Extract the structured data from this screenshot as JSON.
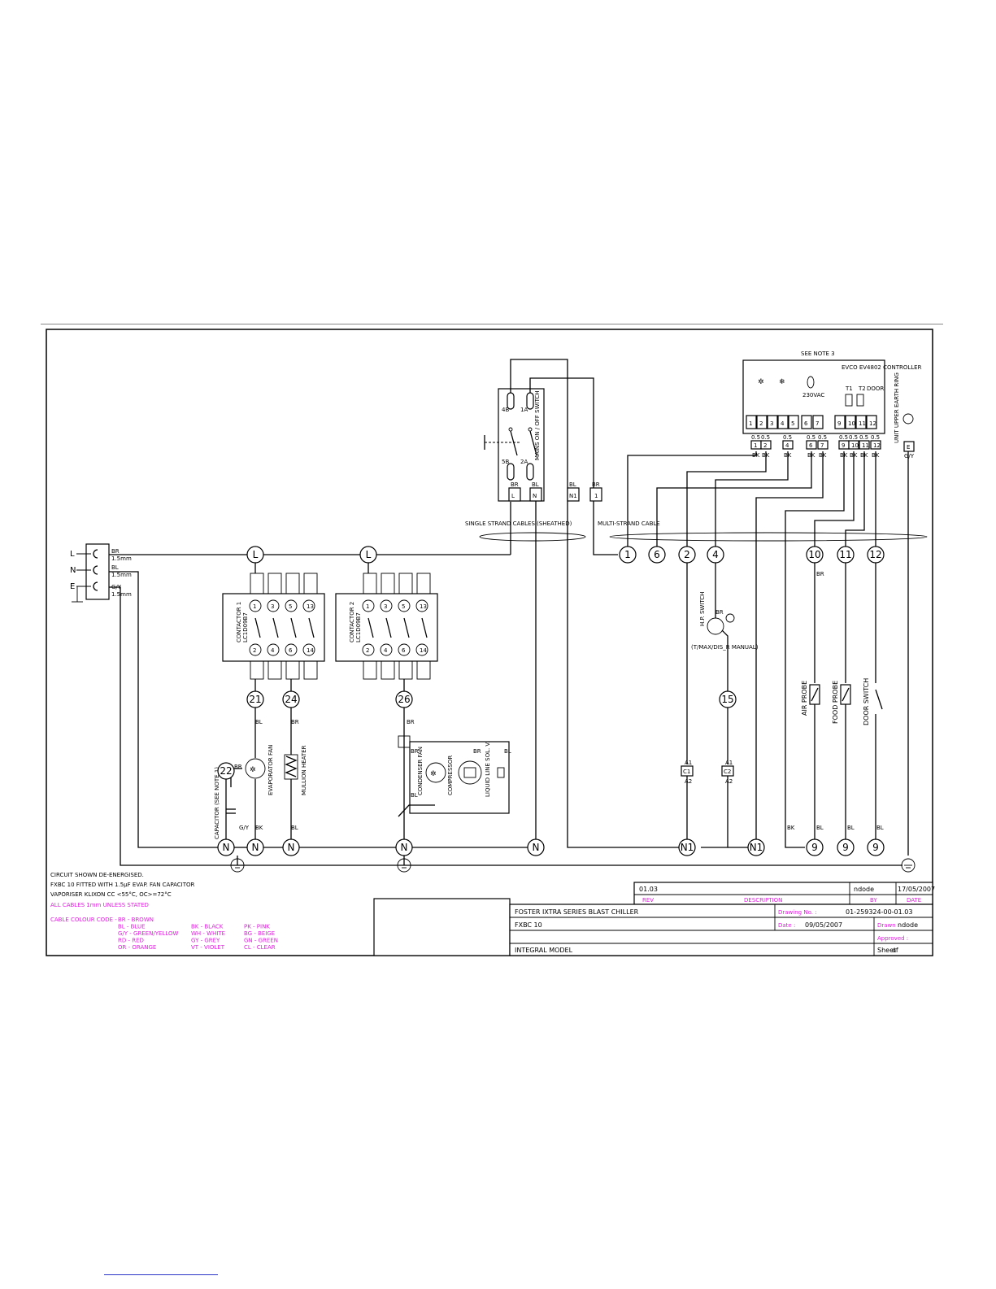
{
  "supply_terminals": [
    "L",
    "N",
    "E"
  ],
  "cable_sizes": [
    {
      "colour": "BR",
      "size": "1.5mm"
    },
    {
      "colour": "BL",
      "size": "1.5mm"
    },
    {
      "colour": "G/Y",
      "size": "1.5mm"
    }
  ],
  "mains_switch": {
    "label": "MAINS ON / OFF SWITCH",
    "contacts": [
      "4B",
      "1A",
      "5B",
      "2A"
    ],
    "terminals": [
      {
        "colour": "BR",
        "id": "L"
      },
      {
        "colour": "BL",
        "id": "N"
      },
      {
        "colour": "BL",
        "id": "N1"
      },
      {
        "colour": "BR",
        "id": "1"
      }
    ]
  },
  "cables": {
    "single": "SINGLE STRAND CABLES (SHEATHED)",
    "multi": "MULTI-STRAND CABLE"
  },
  "controller": {
    "note": "SEE NOTE 3",
    "name": "EVCO EV4802 CONTROLLER",
    "probe_labels": [
      "T1",
      "T2",
      "DOOR"
    ],
    "voltage": "230VAC",
    "terminals": [
      "1",
      "2",
      "3",
      "4",
      "5",
      "6",
      "7",
      "9",
      "10",
      "11",
      "12"
    ],
    "connections": [
      {
        "size": "0.5",
        "term": "1",
        "colour": "BK"
      },
      {
        "size": "0.5",
        "term": "2",
        "colour": "BK"
      },
      {
        "size": "0.5",
        "term": "4",
        "colour": "BK"
      },
      {
        "size": "0.5",
        "term": "6",
        "colour": "BK"
      },
      {
        "size": "0.5",
        "term": "7",
        "colour": "BK"
      },
      {
        "size": "0.5",
        "term": "9",
        "colour": "BK"
      },
      {
        "size": "0.5",
        "term": "10",
        "colour": "BK"
      },
      {
        "size": "0.5",
        "term": "11",
        "colour": "BK"
      },
      {
        "size": "0.5",
        "term": "12",
        "colour": "BK"
      }
    ]
  },
  "earth_ring": {
    "label": "UNIT UPPER EARTH RING",
    "term": "E",
    "colour": "G/Y"
  },
  "terminal_nodes": [
    "L",
    "L",
    "1",
    "6",
    "2",
    "4",
    "10",
    "11",
    "12",
    "21",
    "24",
    "26",
    "22",
    "15"
  ],
  "neutral_nodes": [
    "N",
    "N",
    "N",
    "N",
    "N",
    "N1",
    "N1",
    "9",
    "9",
    "9"
  ],
  "contactors": [
    {
      "name": "CONTACTOR 1",
      "type": "LC1D09B7",
      "top": [
        "1",
        "3",
        "5",
        "13"
      ],
      "bottom": [
        "2",
        "4",
        "6",
        "14"
      ]
    },
    {
      "name": "CONTACTOR 2",
      "type": "LC1D09B7",
      "top": [
        "1",
        "3",
        "5",
        "13"
      ],
      "bottom": [
        "2",
        "4",
        "6",
        "14"
      ]
    }
  ],
  "components": {
    "evap_fan": "EVAPORATOR FAN",
    "capacitor": "CAPACITOR (SEE NOTE 1)",
    "mullion_heater": "MULLION HEATER",
    "condenser_fan": "CONDENSER FAN",
    "compressor": "COMPRESSOR",
    "liquid_sol": "LIQUID LINE SOL. V.",
    "hp_switch": "H.P. SWITCH",
    "hp_note": "(T/MAX/DIS_R MANUAL)",
    "air_probe": "AIR PROBE",
    "food_probe": "FOOD PROBE",
    "door_switch": "DOOR SWITCH",
    "coil1": [
      "A1",
      "C1",
      "A2"
    ],
    "coil2": [
      "A1",
      "C2",
      "A2"
    ]
  },
  "wire_labels": [
    "BR",
    "BL",
    "BK",
    "G/Y",
    "BR",
    "BL",
    "BR",
    "BR",
    "BL",
    "BR",
    "BL",
    "BR",
    "BR",
    "BK",
    "BL",
    "BL",
    "BL"
  ],
  "notes": {
    "circuit": "CIRCUIT SHOWN DE-ENERGISED.",
    "cap": "FXBC 10 FITTED WITH 1.5µF EVAP. FAN CAPACITOR",
    "klixon": "VAPORISER KLIXON CC <55°C, OC>=72°C",
    "cables": "ALL CABLES 1mm UNLESS STATED",
    "colour_code_title": "CABLE COLOUR CODE -",
    "colour_codes": [
      [
        "BR - BROWN",
        "",
        ""
      ],
      [
        "BL - BLUE",
        "BK - BLACK",
        "PK - PINK"
      ],
      [
        "G/Y - GREEN/YELLOW",
        "WH - WHITE",
        "BG - BEIGE"
      ],
      [
        "RD - RED",
        "GY - GREY",
        "GN - GREEN"
      ],
      [
        "OR - ORANGE",
        "VT - VIOLET",
        "CL - CLEAR"
      ]
    ]
  },
  "revision": {
    "rev": "01.03",
    "by": "ndode",
    "date": "17/05/2007",
    "rev_header": "REV",
    "desc_header": "DESCRIPTION",
    "by_header": "BY",
    "date_header": "DATE"
  },
  "title_block": {
    "title": "FOSTER IXTRA SERIES BLAST CHILLER",
    "model": "FXBC 10",
    "type": "INTEGRAL MODEL",
    "drawing_no_label": "Drawing No. :",
    "drawing_no": "01-259324-00-01.03",
    "date_label": "Date :",
    "date": "09/05/2007",
    "drawn_label": "Drawn :",
    "drawn": "ndode",
    "approved_label": "Approved :",
    "sheet_label": "Sheet",
    "of_label": "of"
  }
}
